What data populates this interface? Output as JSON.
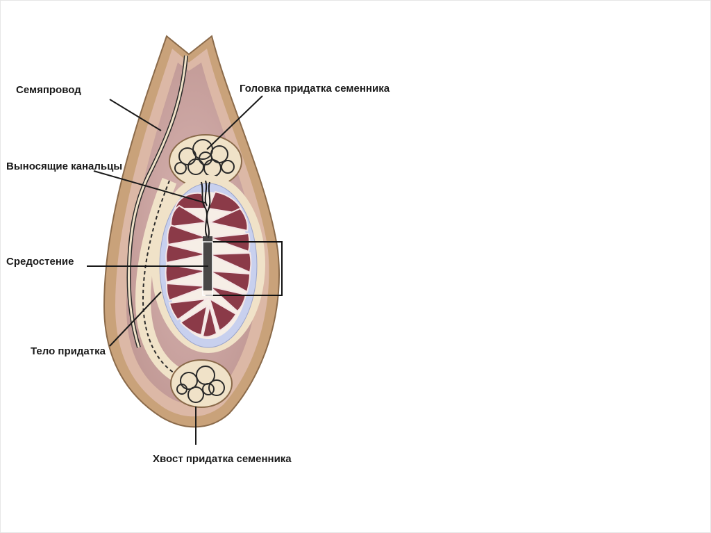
{
  "diagram": {
    "labels": {
      "vas_deferens": "Семяпровод",
      "epididymis_head": "Головка придатка семенника",
      "efferent_ducts": "Выносящие канальцы",
      "mediastinum": "Средостение",
      "epididymis_body": "Тело придатка",
      "epididymis_tail": "Хвост придатка семенника"
    },
    "colors": {
      "outer_capsule": "#c9a27a",
      "scrotal_wall": "#d9b8a0",
      "inner_cavity": "#c8a0a0",
      "tunica": "#f0e2c8",
      "albuginea": "#c8d0ee",
      "lobule": "#8b3a48",
      "tubule": "#2a2a2a"
    }
  }
}
